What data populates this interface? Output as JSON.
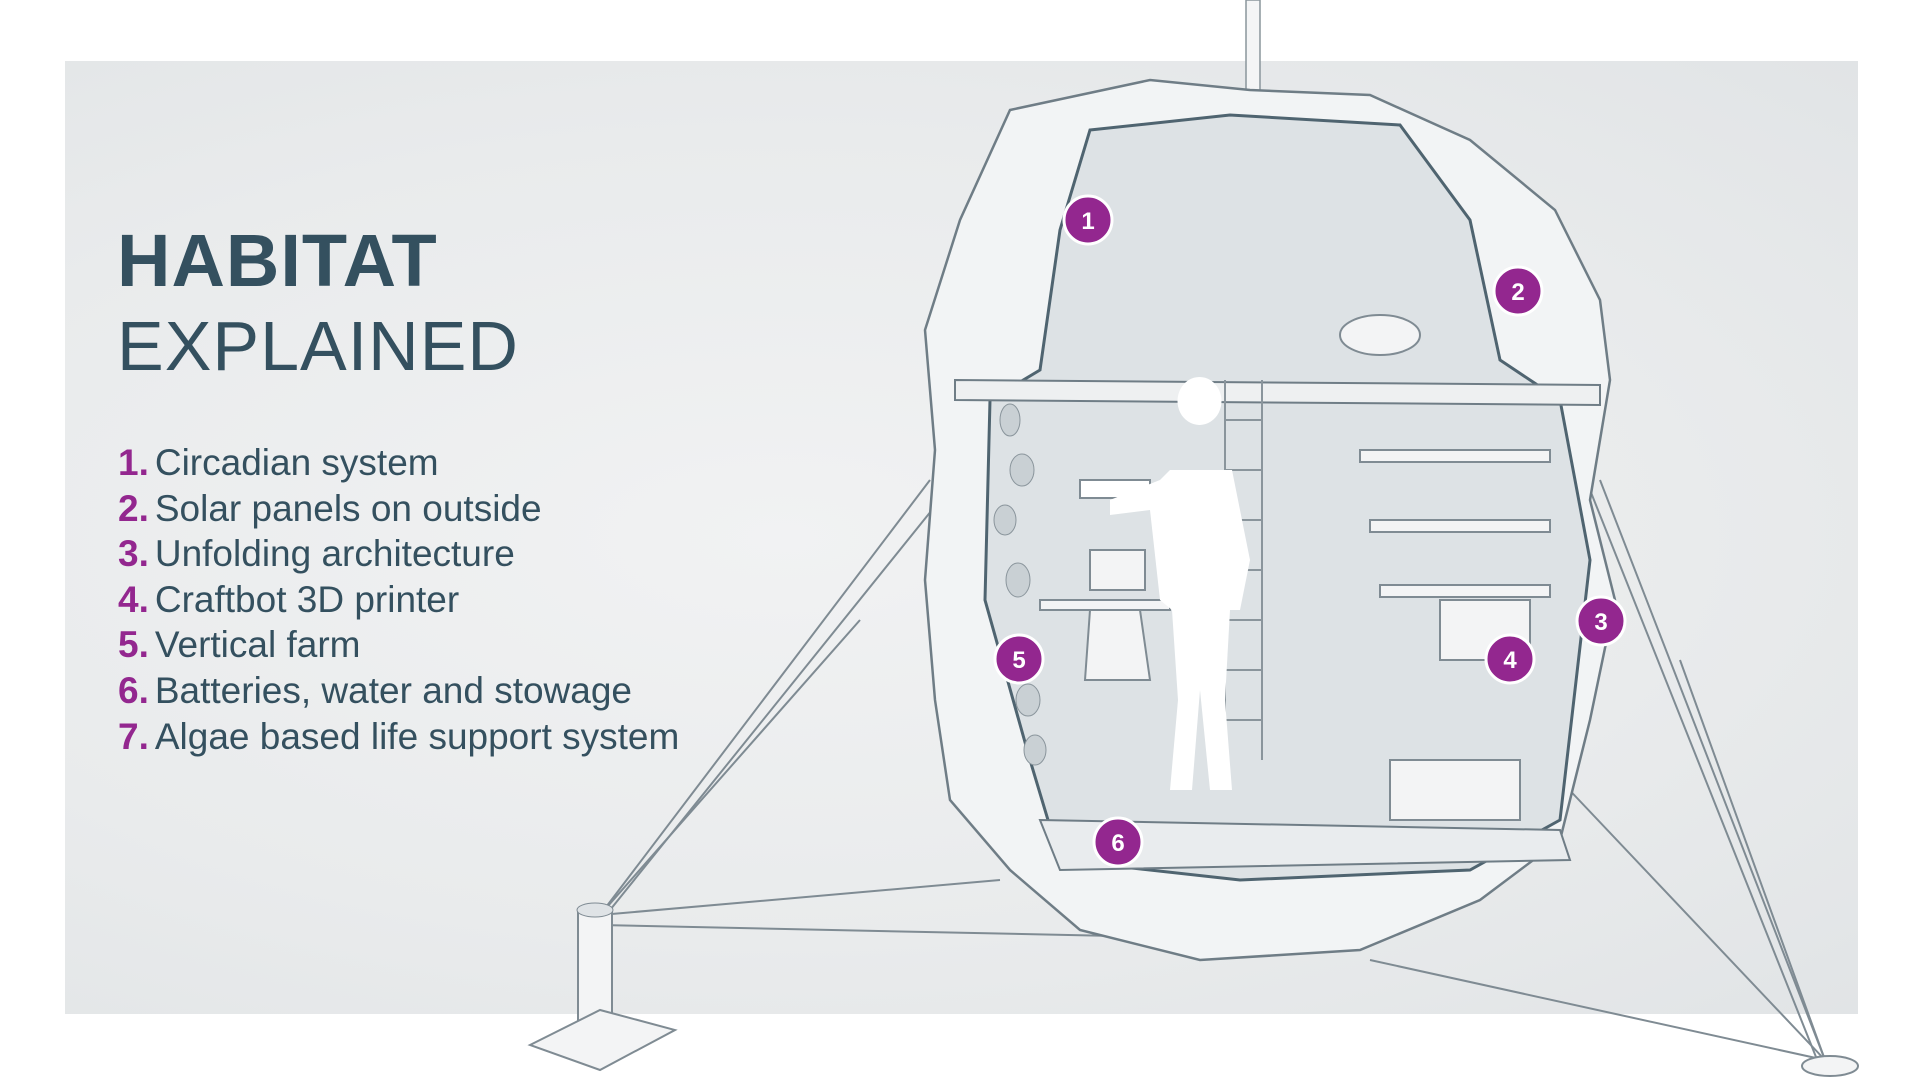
{
  "heading": {
    "line1": "HABITAT",
    "line2": "EXPLAINED"
  },
  "legend": [
    {
      "num": "1.",
      "label": "Circadian system"
    },
    {
      "num": "2.",
      "label": "Solar panels on outside"
    },
    {
      "num": "3.",
      "label": "Unfolding architecture"
    },
    {
      "num": "4.",
      "label": "Craftbot 3D printer"
    },
    {
      "num": "5.",
      "label": "Vertical farm"
    },
    {
      "num": "6.",
      "label": "Batteries, water and stowage"
    },
    {
      "num": "7.",
      "label": "Algae based life support system"
    }
  ],
  "markers": [
    "1",
    "2",
    "3",
    "4",
    "5",
    "6"
  ],
  "colors": {
    "heading": "#34505f",
    "accent": "#93278f"
  }
}
